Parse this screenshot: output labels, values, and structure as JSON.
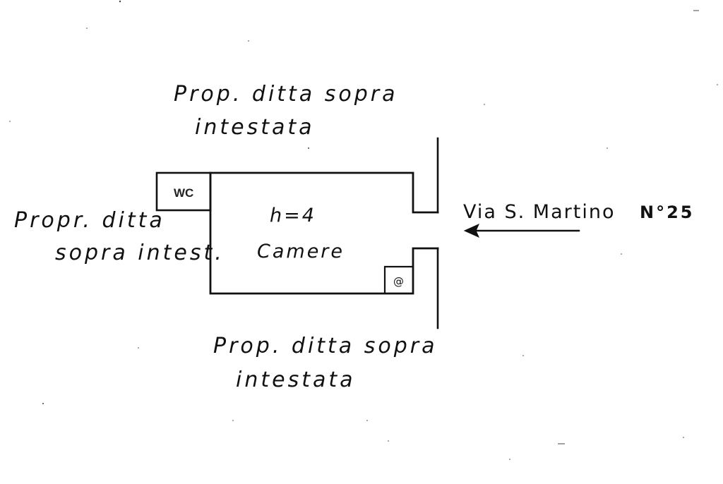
{
  "labels": {
    "top_line1": "Prop. ditta sopra",
    "top_line2": "intestata",
    "left_line1": "Propr. ditta",
    "left_line2": "sopra intest.",
    "bottom_line1": "Prop. ditta sopra",
    "bottom_line2": "intestata",
    "street": "Via S. Martino",
    "street_number": "N°25",
    "wc": "WC",
    "height": "h=4",
    "rooms": "Camere",
    "socket": "@"
  },
  "colors": {
    "ink": "#111111",
    "paper": "#ffffff"
  }
}
